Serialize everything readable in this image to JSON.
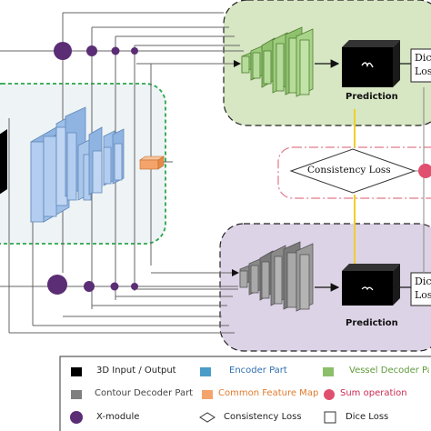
{
  "top_branch": {
    "prediction_label": "Prediction",
    "dice_loss_label_line1": "Dic",
    "dice_loss_label_line2": "Los"
  },
  "bottom_branch": {
    "prediction_label": "Prediction",
    "dice_loss_label_line1": "Dic",
    "dice_loss_label_line2": "Los"
  },
  "consistency_loss_label": "Consistency Loss",
  "legend": {
    "items": [
      {
        "key": "input-output",
        "label": "3D Input / Output",
        "color": "#000000",
        "label_color": "#222222"
      },
      {
        "key": "encoder",
        "label": "Encoder Part",
        "color": "#4a9cc9",
        "label_color": "#2f6fb0"
      },
      {
        "key": "vessel-decoder",
        "label": "Vessel Decoder Par",
        "color": "#8cbf6a",
        "label_color": "#5e9a3a"
      },
      {
        "key": "contour-decoder",
        "label": "Contour Decoder Part",
        "color": "#7f7f7f",
        "label_color": "#444444"
      },
      {
        "key": "common-feature-map",
        "label": "Common Feature Map",
        "color": "#f4a46b",
        "label_color": "#e07b2e"
      },
      {
        "key": "sum-operation",
        "label": "Sum operation",
        "color": "#e0506e",
        "label_color": "#cc2a52"
      },
      {
        "key": "x-module",
        "label": "X-module",
        "color": "#5a2d74",
        "label_color": "#222222"
      },
      {
        "key": "consistency-loss",
        "label": "Consistency Loss",
        "color": "#ffffff",
        "label_color": "#222222"
      },
      {
        "key": "dice-loss",
        "label": "Dice Loss",
        "color": "#ffffff",
        "label_color": "#222222"
      }
    ]
  },
  "colors": {
    "vessel_region": "#d7e6c3",
    "contour_region": "#ddd3e6",
    "encoder_block": "#a9c7ea",
    "encoder_edge": "#5f88b8",
    "vessel_block": "#a9d48a",
    "contour_block": "#9e9e9e",
    "common_feature": "#f4a46b",
    "x_module": "#5a2d74",
    "sum_op": "#e0506e",
    "consistency_link": "#f0cf2a"
  }
}
